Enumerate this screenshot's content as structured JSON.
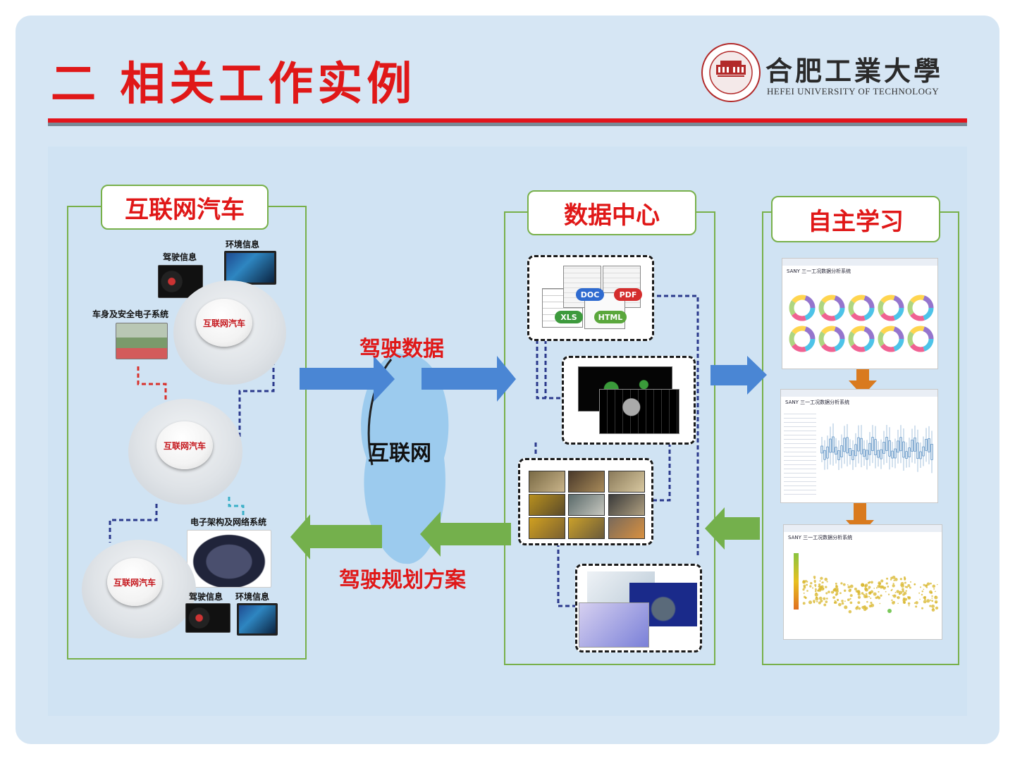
{
  "header": {
    "title": "二 相关工作实例",
    "logo_cn": "合肥工業大學",
    "logo_en": "HEFEI UNIVERSITY OF TECHNOLOGY"
  },
  "columns": {
    "left": {
      "title": "互联网汽车",
      "labels": {
        "driving_info_top": "驾驶信息",
        "env_info_top": "环境信息",
        "body_safety": "车身及安全电子系统",
        "e_arch": "电子架构及网络系统",
        "driving_info_bottom": "驾驶信息",
        "env_info_bottom": "环境信息"
      },
      "car_badge": "互联网汽车"
    },
    "middle": {
      "title": "数据中心",
      "doc_tags": [
        "DOC",
        "PDF",
        "XLS",
        "HTML"
      ]
    },
    "right": {
      "title": "自主学习",
      "screen_title": "SANY 三一工况数据分析系统"
    }
  },
  "flow": {
    "to_cloud": "驾驶数据",
    "cloud": "互联网",
    "from_cloud": "驾驶规划方案"
  },
  "colors": {
    "title_red": "#e01818",
    "panel_green": "#78b04a",
    "arrow_blue": "#4a86d4",
    "arrow_green": "#74b04c",
    "arrow_orange": "#d97a1e"
  }
}
